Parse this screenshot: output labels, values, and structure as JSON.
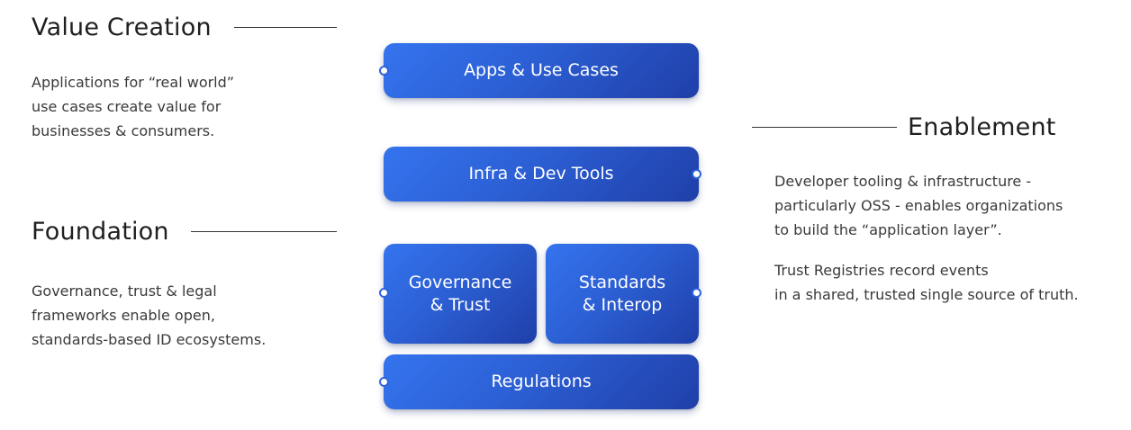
{
  "left": {
    "value_creation": {
      "heading": "Value Creation",
      "lines": [
        "Applications for “real world”",
        "use cases create value for",
        "businesses & consumers."
      ]
    },
    "foundation": {
      "heading": "Foundation",
      "lines": [
        "Governance, trust & legal",
        "frameworks enable open,",
        "standards-based ID ecosystems."
      ]
    }
  },
  "right": {
    "enablement": {
      "heading": "Enablement",
      "paragraph1": [
        "Developer tooling & infrastructure -",
        "particularly OSS - enables organizations",
        "to build the “application layer”."
      ],
      "paragraph2": [
        "Trust Registries record events",
        "in a shared, trusted single source of truth."
      ]
    }
  },
  "stack": {
    "apps": "Apps & Use Cases",
    "infra": "Infra & Dev Tools",
    "governance": [
      "Governance",
      "& Trust"
    ],
    "standards": [
      "Standards",
      "& Interop"
    ],
    "regulations": "Regulations"
  },
  "colors": {
    "block_start": "#3474ee",
    "block_end": "#1f3fa8",
    "connector_dot": "#2f63dc",
    "heading_text": "#1f1f1f",
    "body_text": "#3a3a3a"
  }
}
